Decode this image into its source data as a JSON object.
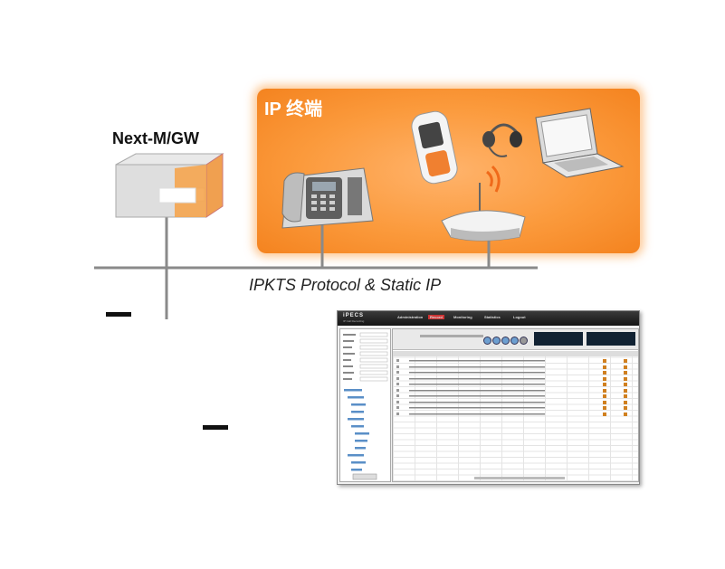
{
  "diagram": {
    "ip_terminal_title": "IP 终端",
    "gateway_label": "Next-M/GW",
    "protocol_label": "IPKTS Protocol & Static IP",
    "devices": [
      "desk-phone-icon",
      "mobile-phone-icon",
      "headset-icon",
      "laptop-icon",
      "wifi-router-icon",
      "gateway-box-icon"
    ]
  },
  "colors": {
    "panel": "#fb9a3c",
    "panel_edge": "#f4831f",
    "line": "#8a8a8a",
    "dash": "#111111"
  },
  "app_screenshot": {
    "logo": "iPECS",
    "subtitle": "IP Call Recording",
    "nav": [
      "Administration",
      "Record",
      "Monitoring",
      "Statistics",
      "Logout"
    ]
  }
}
